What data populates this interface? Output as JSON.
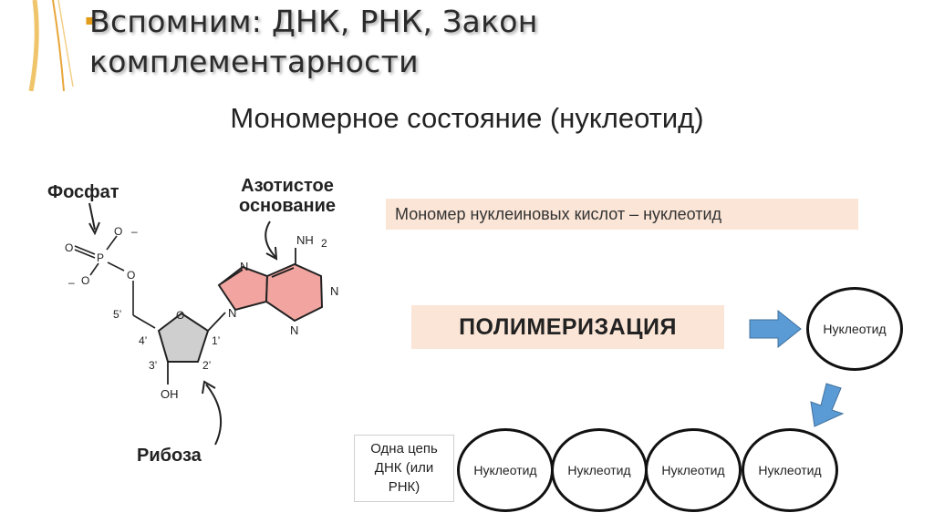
{
  "slide": {
    "title_line1": "Вспомним: ДНК, РНК, Закон",
    "title_line2": "комплементарности",
    "bullet": "▪"
  },
  "diagram": {
    "title": "Мономерное состояние (нуклеотид)",
    "labels": {
      "phosphate": "Фосфат",
      "base_line1": "Азотистое",
      "base_line2": "основание",
      "ribose": "Рибоза"
    },
    "atoms": {
      "O": "O",
      "P": "P",
      "minus": "–",
      "N": "N",
      "NH2": "NH",
      "NH2_sub": "2",
      "OH": "OH",
      "c5": "5’",
      "c4": "4’",
      "c3": "3’",
      "c2": "2’",
      "c1": "1’"
    },
    "monomer_caption": "Мономер нуклеиновых кислот – нуклеотид",
    "polymerization": "ПОЛИМЕРИЗАЦИЯ",
    "single_node": "Нуклеотид",
    "chain_label_line1": "Одна цепь",
    "chain_label_line2": "ДНК (или",
    "chain_label_line3": "РНК)",
    "chain_nodes": [
      "Нуклеотид",
      "Нуклеотид",
      "Нуклеотид",
      "Нуклеотид"
    ]
  },
  "colors": {
    "accent_orange": "#e39b1a",
    "base_fill": "#f2a5a0",
    "caption_bg": "#fbe5d6",
    "arrow_blue": "#5b9bd5"
  }
}
